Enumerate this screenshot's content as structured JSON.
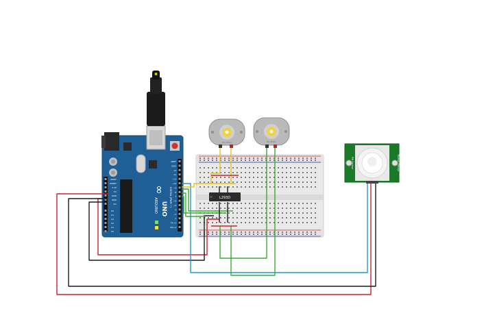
{
  "canvas": {
    "background": "#ffffff"
  },
  "arduino": {
    "logo_text": "∞",
    "model_label": "UNO",
    "brand_label": "ARDUINO",
    "digital_label": "DIGITAL (PWM ~)",
    "board_color": "#1f5f96",
    "power_pins": [
      "IOREF",
      "RESET",
      "3.3V",
      "5V",
      "GND",
      "GND",
      "Vin"
    ],
    "analog_pins": [
      "A0",
      "A1",
      "A2",
      "A3",
      "A4",
      "A5"
    ],
    "digital_pins": [
      "AREF",
      "GND",
      "13",
      "12",
      "~11",
      "~10",
      "~9",
      "8",
      "7",
      "~6",
      "~5",
      "4",
      "~3",
      "2",
      "TX→1",
      "RX←0"
    ]
  },
  "motor_driver": {
    "chip_label": "L293D"
  },
  "motors": [
    {
      "id": "motor-1",
      "label": "DC Motor"
    },
    {
      "id": "motor-2",
      "label": "DC Motor"
    }
  ],
  "pir_sensor": {
    "board_color": "#1a7a2a",
    "side_label_left": "PIR Sensor",
    "side_label_right": "Motion Sensor"
  },
  "wire_colors": {
    "red": "#c8232c",
    "black": "#1a1a1a",
    "green": "#3aaa35",
    "yellow": "#e8c21a",
    "blue": "#1f9bc7"
  },
  "icons": {
    "usb": "usb-connector-icon",
    "power_jack": "dc-power-jack-icon",
    "reset": "reset-button-icon"
  }
}
